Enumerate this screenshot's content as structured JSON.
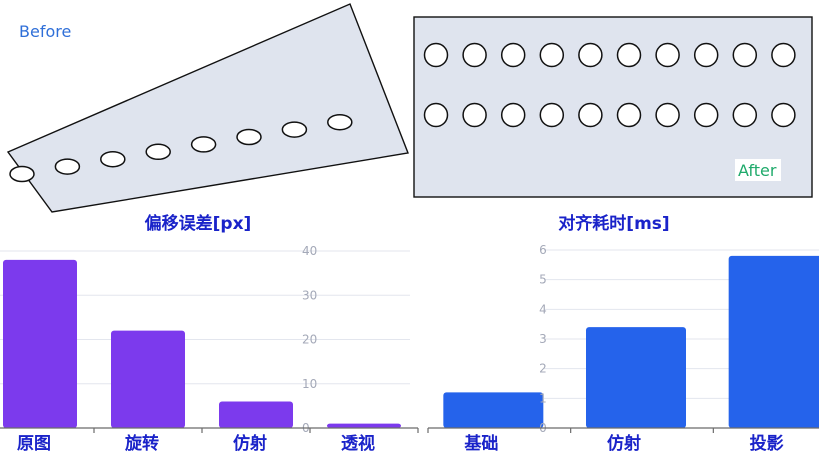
{
  "illustration": {
    "before_label": "Before",
    "after_label": "After",
    "before_circle_count": 8,
    "after_rows": 2,
    "after_cols": 10,
    "plate_fill": "#dfe4ee",
    "stroke": "#111111",
    "before_label_color": "#2f6fd8",
    "after_label_color": "#1faa6b"
  },
  "chart_data": [
    {
      "type": "bar",
      "title": "偏移误差[px]",
      "categories": [
        "原图",
        "旋转",
        "仿射",
        "透视"
      ],
      "values": [
        38,
        22,
        6,
        1
      ],
      "ylim": [
        0,
        40
      ],
      "yticks": [
        0,
        10,
        20,
        30,
        40
      ],
      "y_axis_side": "right",
      "grid": true,
      "color": "#7c3aed"
    },
    {
      "type": "bar",
      "title": "对齐耗时[ms]",
      "categories": [
        "基础",
        "仿射",
        "投影"
      ],
      "values": [
        1.2,
        3.4,
        5.8
      ],
      "ylim": [
        0,
        6
      ],
      "yticks": [
        0,
        1,
        2,
        3,
        4,
        5,
        6
      ],
      "y_axis_side": "left",
      "grid": true,
      "color": "#2563eb"
    }
  ]
}
